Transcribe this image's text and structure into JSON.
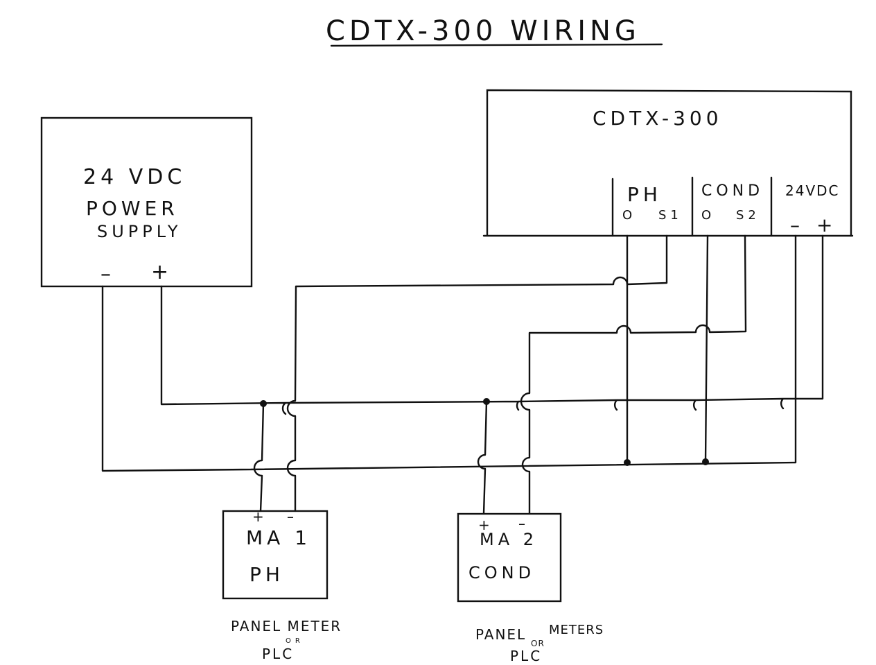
{
  "title": "CDTX-300 WIRING",
  "power_supply": {
    "line1": "24 VDC",
    "line2": "POWER",
    "line3": "SUPPLY",
    "minus": "–",
    "plus": "+"
  },
  "transmitter": {
    "name": "CDTX-300",
    "ph_group": "PH",
    "ph_terminals": [
      "O",
      "S1"
    ],
    "cond_group": "COND",
    "cond_terminals": [
      "O",
      "S2"
    ],
    "power_group": "24VDC",
    "power_terminals": [
      "–",
      "+"
    ]
  },
  "ma1": {
    "plus": "+",
    "minus": "–",
    "line1": "MA 1",
    "line2": "PH",
    "note_line1": "PANEL METER",
    "note_line2": "OR",
    "note_line3": "PLC"
  },
  "ma2": {
    "plus": "+",
    "minus": "–",
    "line1": "MA 2",
    "line2": "COND",
    "note_line1": "PANEL",
    "note_or": "OR",
    "note_line2": "METERS",
    "note_line3": "PLC"
  }
}
